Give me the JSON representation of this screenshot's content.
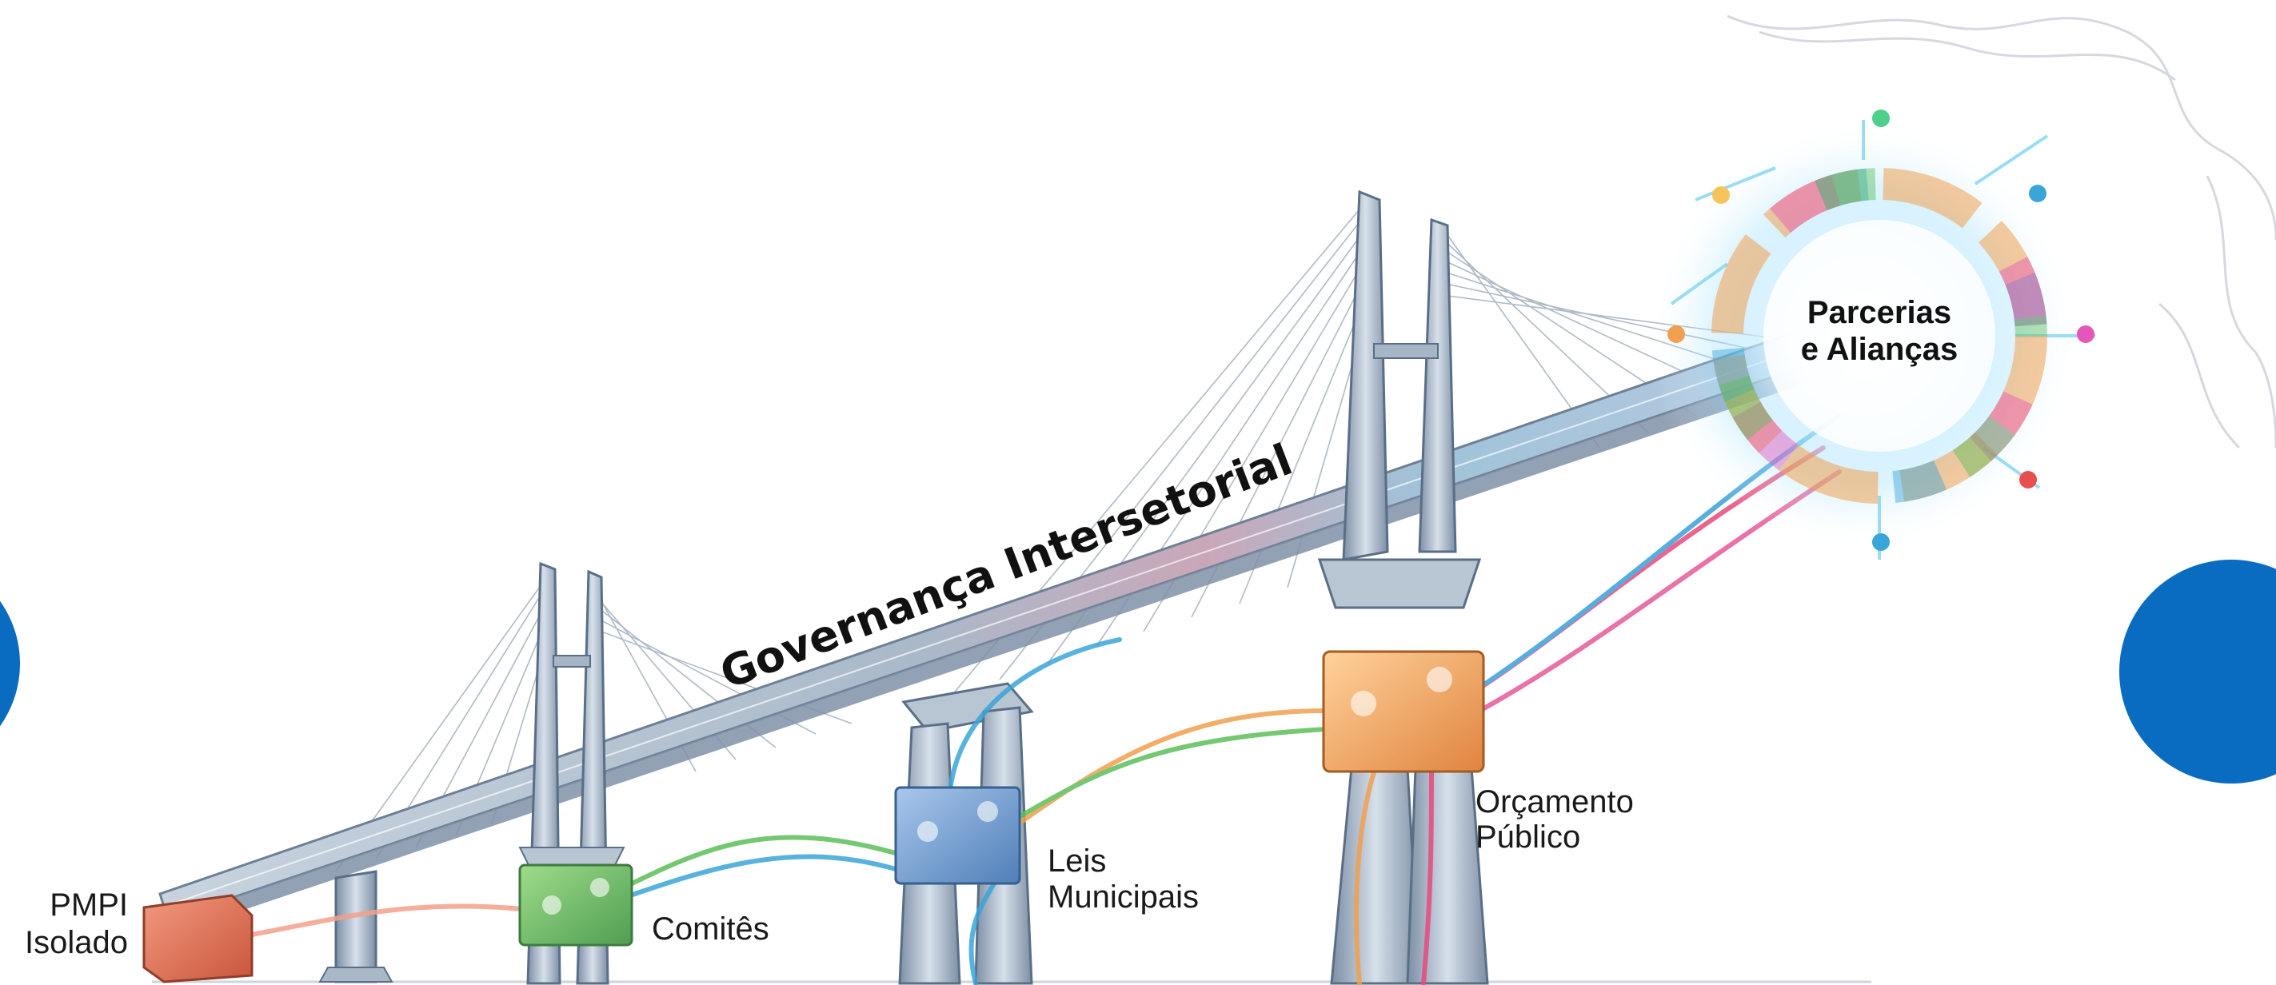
{
  "diagram": {
    "title": "Governança Intersetorial",
    "hub": {
      "line1": "Parcerias",
      "line2": "e Alianças"
    },
    "nodes": [
      {
        "line1": "PMPI",
        "line2": "Isolado"
      },
      {
        "line1": "Comitês"
      },
      {
        "line1": "Leis",
        "line2": "Municipais"
      },
      {
        "line1": "Orçamento",
        "line2": "Público"
      }
    ]
  },
  "colors": {
    "accent_blue": "#0a6cc0",
    "steel": "#8fa2b8",
    "steel_dark": "#5a6e86",
    "node_start": "#e06a4a",
    "node_comites": "#5cbf5a",
    "node_leis": "#5a8fcf",
    "node_orcamento": "#f0a050"
  }
}
